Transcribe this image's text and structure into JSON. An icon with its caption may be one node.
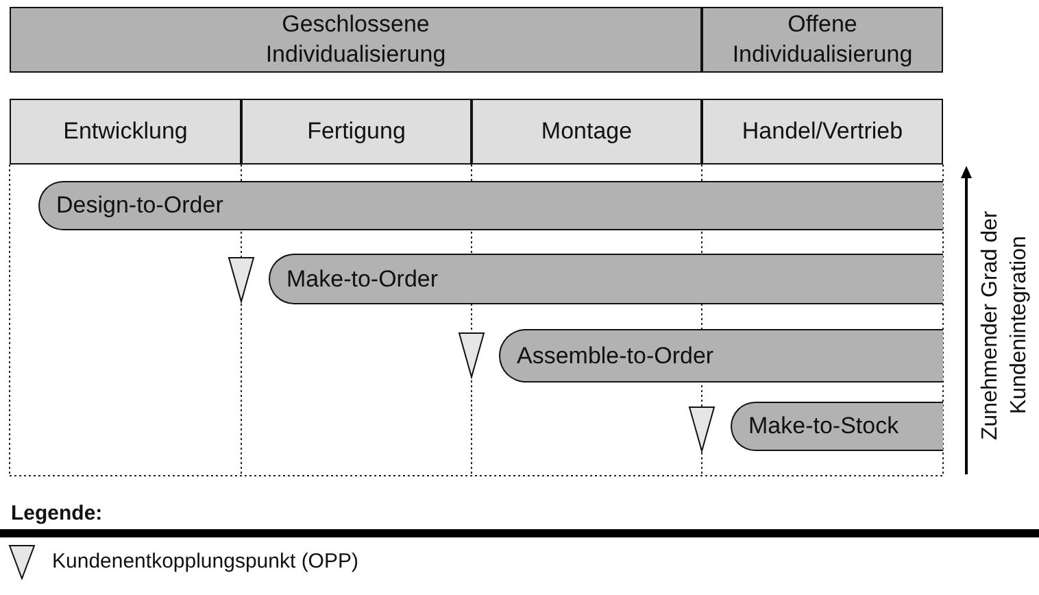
{
  "diagram": {
    "nodes": [
      {
        "text": [
          "Geschlossene Individualisierung"
        ]
      },
      {
        "text": [
          "Offene Individualisierung"
        ]
      },
      {
        "text": [
          "Entwicklung"
        ]
      },
      {
        "text": [
          "Fertigung"
        ]
      },
      {
        "text": [
          "Montage"
        ]
      },
      {
        "text": [
          "Handel/Vertrieb"
        ]
      },
      {
        "text": [
          "Design-to-Order"
        ]
      },
      {
        "text": [
          "Make-to-Order"
        ]
      },
      {
        "text": [
          "Assemble-to-Order"
        ]
      },
      {
        "text": [
          "Make-to-Stock"
        ]
      }
    ],
    "labels": [
      "Zunehmender Grad der Kundenintegration",
      "Legende:"
    ],
    "legend": [
      {
        "text": "Kundenentkopplungspunkt (OPP)"
      }
    ]
  }
}
